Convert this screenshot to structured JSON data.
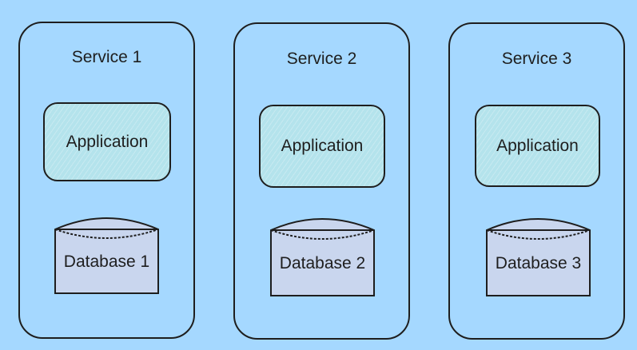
{
  "diagram": {
    "background_color": "#a5d8ff",
    "services": [
      {
        "title": "Service 1",
        "application": "Application",
        "database": "Database 1"
      },
      {
        "title": "Service 2",
        "application": "Application",
        "database": "Database 2"
      },
      {
        "title": "Service 3",
        "application": "Application",
        "database": "Database 3"
      }
    ],
    "colors": {
      "stroke": "#1e1e1e",
      "application_fill": "#b4e3ec",
      "database_fill": "#c9d6ee"
    }
  }
}
